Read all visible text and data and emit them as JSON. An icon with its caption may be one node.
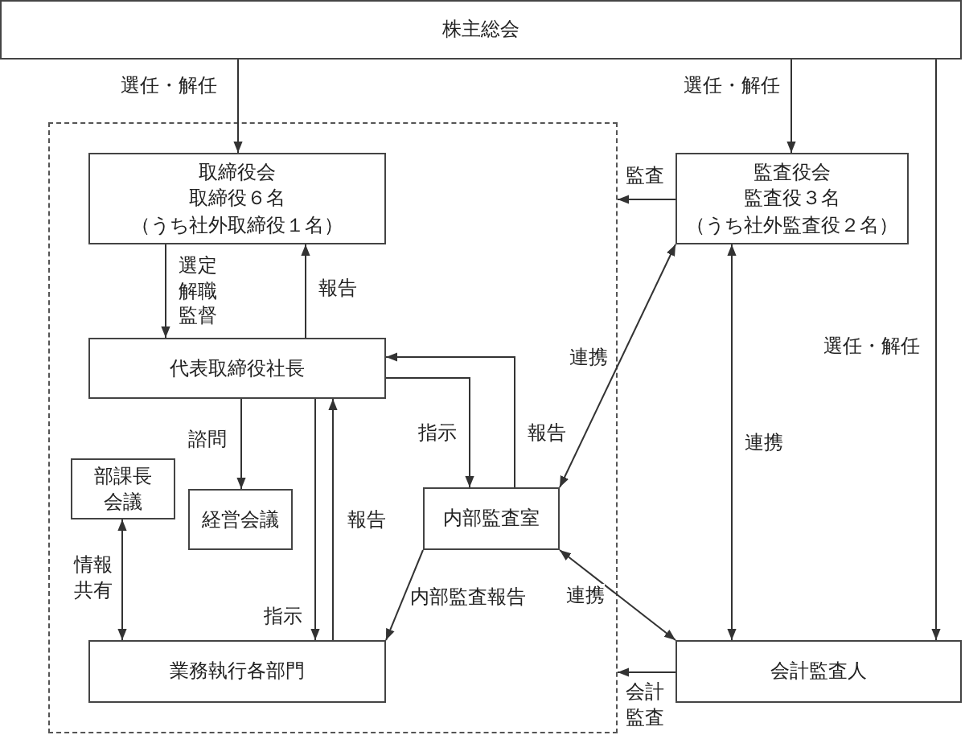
{
  "diagram": {
    "nodes": [
      {
        "text": [
          "株主総会"
        ]
      },
      {
        "text": [],
        "shape": "box"
      },
      {
        "text": [
          "取締役会",
          "取締役６名",
          "（うち社外取締役１名）"
        ],
        "in": 1
      },
      {
        "text": [
          "代表取締役社長"
        ],
        "in": 1
      },
      {
        "text": [
          "部課長会議"
        ],
        "in": 1
      },
      {
        "text": [
          "経営会議"
        ],
        "in": 1
      },
      {
        "text": [
          "内部監査室"
        ],
        "in": 1
      },
      {
        "text": [
          "業務執行各部門"
        ],
        "in": 1
      },
      {
        "text": [
          "監査役会",
          "監査役３名",
          "（うち社外監査役２名）"
        ]
      },
      {
        "text": [
          "会計監査人"
        ]
      }
    ],
    "edges": [
      {
        "from": 0,
        "to": 2,
        "arrow": "to",
        "label": "選任・解任"
      },
      {
        "from": 0,
        "to": 8,
        "arrow": "to",
        "label": "選任・解任"
      },
      {
        "from": 0,
        "to": 9,
        "arrow": "to",
        "label": "選任・解任"
      },
      {
        "from": 8,
        "to": 1,
        "arrow": "to",
        "label": "監査"
      },
      {
        "from": 2,
        "to": 3,
        "arrow": "to",
        "label": "選定解職監督"
      },
      {
        "from": 3,
        "to": 2,
        "arrow": "to",
        "label": "報告"
      },
      {
        "from": 6,
        "to": 3,
        "arrow": "to",
        "label": "報告"
      },
      {
        "from": 3,
        "to": 6,
        "arrow": "to",
        "label": "指示"
      },
      {
        "from": 3,
        "to": 5,
        "arrow": "to",
        "label": "諮問"
      },
      {
        "from": 3,
        "to": 7,
        "arrow": "to",
        "label": "指示"
      },
      {
        "from": 7,
        "to": 3,
        "arrow": "to",
        "label": "報告"
      },
      {
        "from": 4,
        "to": 7,
        "arrow": "both",
        "label": "情報共有"
      },
      {
        "from": 6,
        "to": 7,
        "arrow": "to",
        "label": "内部監査報告"
      },
      {
        "from": 8,
        "to": 6,
        "arrow": "both",
        "label": "連携"
      },
      {
        "from": 8,
        "to": 9,
        "arrow": "both",
        "label": "連携"
      },
      {
        "from": 6,
        "to": 9,
        "arrow": "both",
        "label": "連携"
      },
      {
        "from": 9,
        "to": 1,
        "arrow": "to",
        "label": "会計監査"
      }
    ]
  }
}
